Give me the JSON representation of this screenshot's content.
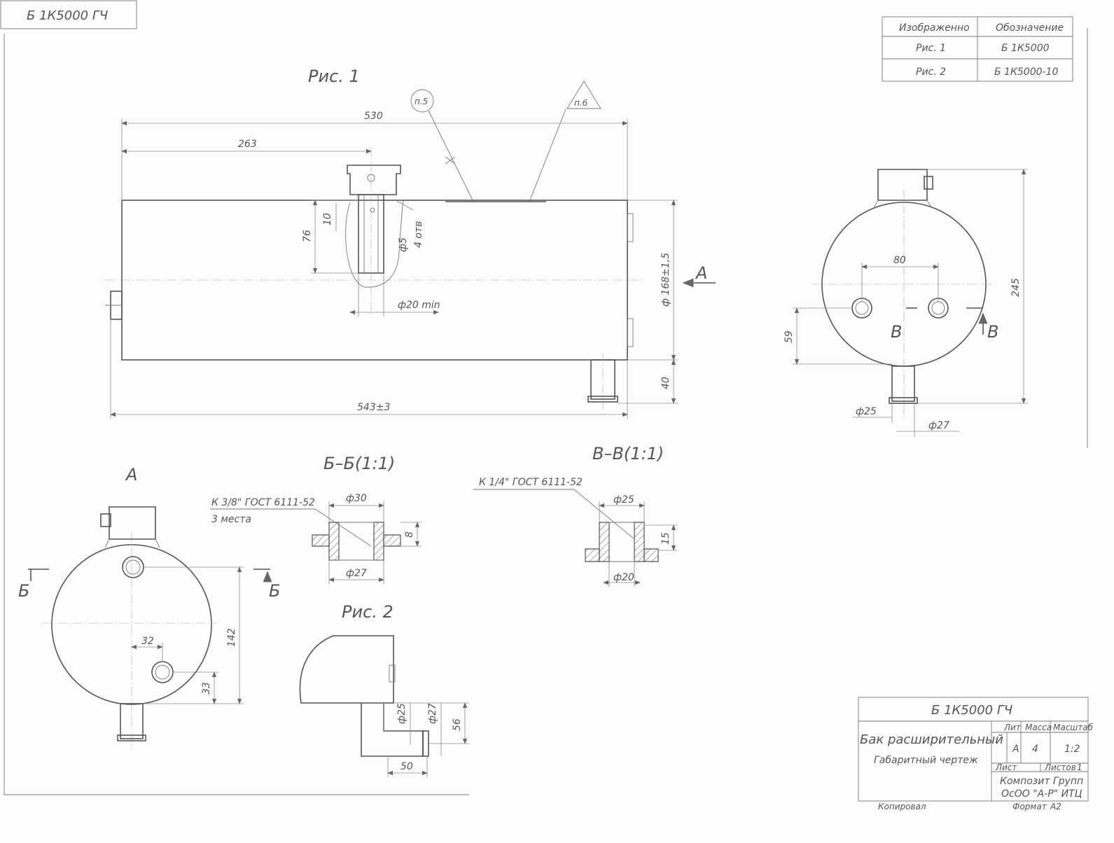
{
  "doc_code": "Б 1К5000 ГЧ",
  "table": {
    "headers": [
      "Изображенно",
      "Обозначение"
    ],
    "rows": [
      {
        "image": "Рис. 1",
        "designation": "Б 1К5000"
      },
      {
        "image": "Рис. 2",
        "designation": "Б 1К5000-10"
      }
    ]
  },
  "views": {
    "fig1": "Рис. 1",
    "fig2": "Рис. 2",
    "view_a": "А",
    "sec_bb": "Б–Б(1:1)",
    "sec_vv": "В–В(1:1)",
    "arrow_a": "А",
    "mark_b": "Б",
    "mark_v": "В"
  },
  "callouts": {
    "p5": "п.5",
    "p6": "п.6",
    "thread_38": "К 3/8\" ГОСТ 6111-52",
    "places_3": "3 места",
    "thread_14": "К 1/4\" ГОСТ 6111-52"
  },
  "dims": {
    "d530": "530",
    "d263": "263",
    "d76": "76",
    "d10": "10",
    "d5": "ф5",
    "holes4": "4 отв",
    "d20min": "ф20 min",
    "d168": "ф 168±1,5",
    "d40": "40",
    "d543": "543±3",
    "d80": "80",
    "d245": "245",
    "d59": "59",
    "d25a": "ф25",
    "d27a": "ф27",
    "d30": "ф30",
    "d8": "8",
    "d27b": "ф27",
    "d25b": "ф25",
    "d15": "15",
    "d20": "ф20",
    "d32": "32",
    "d142": "142",
    "d33": "33",
    "d25c": "ф25",
    "d27c": "ф27",
    "d56": "56",
    "d50": "50"
  },
  "title_block": {
    "code": "Б 1К5000 ГЧ",
    "name": "Бак расширительный",
    "subtitle": "Габаритный чертеж",
    "lit_label": "Лит",
    "mass_label": "Масса",
    "scale_label": "Масштаб",
    "lit_value": "А",
    "mass_value": "4",
    "scale_value": "1:2",
    "sheet_label": "Лист",
    "sheets_label": "Листов",
    "sheets_value": "1",
    "company1": "Композит Групп",
    "company2": "ОсОО \"А-Р\" ИТЦ",
    "copied": "Копировал",
    "format_label": "Формат",
    "format_value": "А2"
  }
}
